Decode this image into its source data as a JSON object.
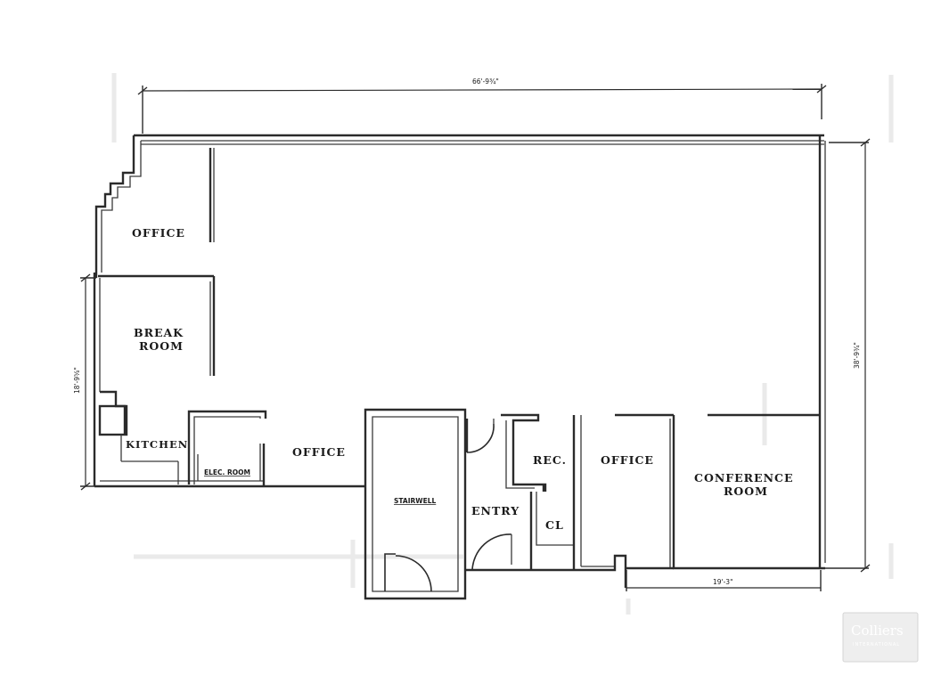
{
  "rooms": {
    "office_nw": "OFFICE",
    "break_room_line1": "BREAK",
    "break_room_line2": "ROOM",
    "kitchen": "KITCHEN",
    "elec_room": "ELEC. ROOM",
    "office_center": "OFFICE",
    "stairwell": "STAIRWELL",
    "entry": "ENTRY",
    "rec": "REC.",
    "cl": "CL",
    "office_east": "OFFICE",
    "conference_line1": "CONFERENCE",
    "conference_line2": "ROOM"
  },
  "dimensions": {
    "overall_width": "66'-9¾\"",
    "overall_depth": "38'-9¾\"",
    "west_wing_depth": "18'-9⅝\"",
    "conference_width": "19'-3\""
  },
  "watermark": {
    "brand": "Colliers",
    "sub": "INTERNATIONAL"
  }
}
